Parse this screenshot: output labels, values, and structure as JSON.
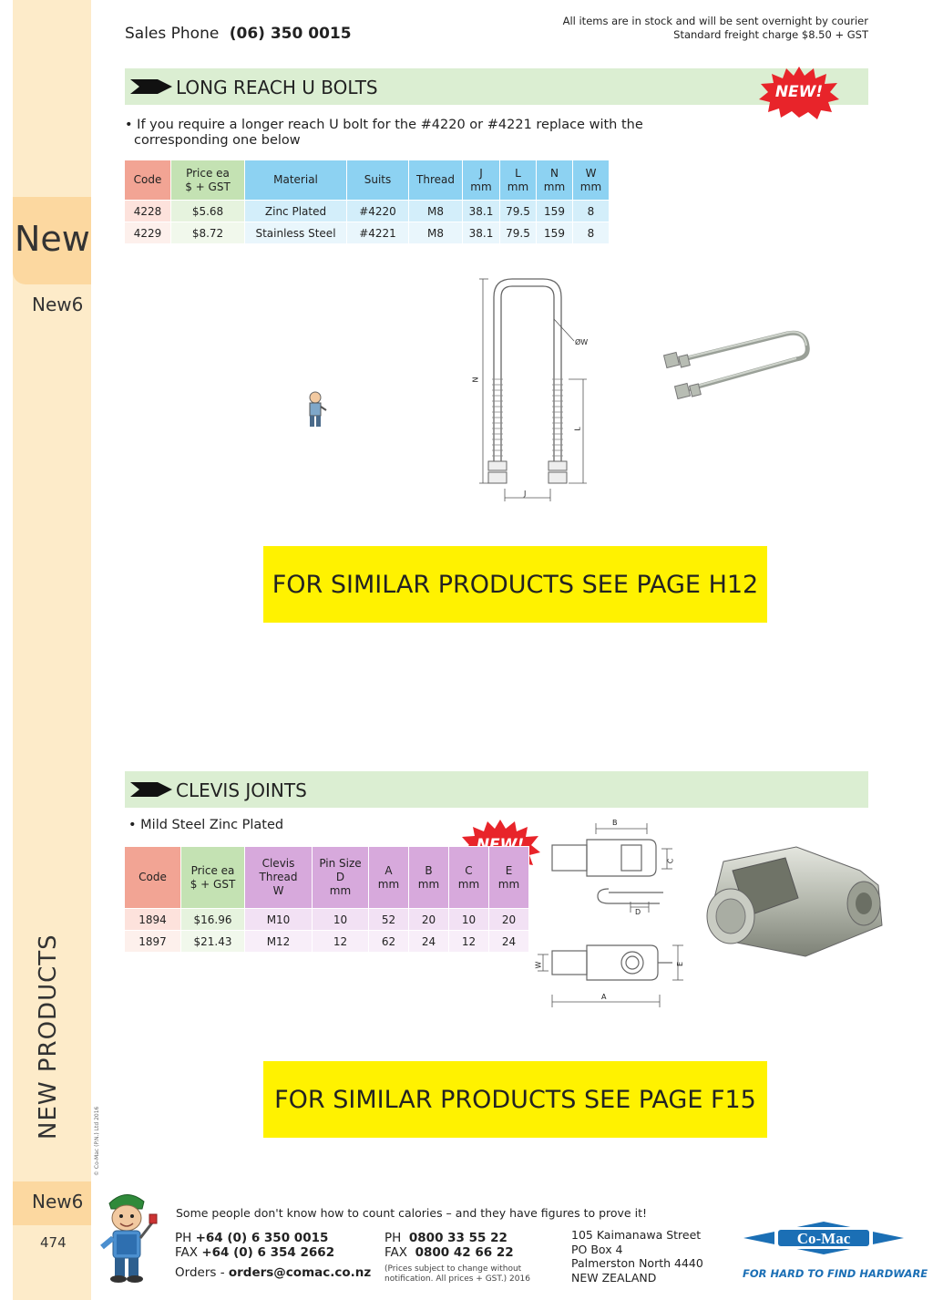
{
  "header": {
    "sales_label": "Sales Phone",
    "sales_phone": "(06) 350 0015",
    "stock_line1": "All items are in stock and will be sent overnight by courier",
    "stock_line2": "Standard freight charge $8.50 + GST"
  },
  "sidebar": {
    "new_label": "New",
    "section_code": "New6",
    "vertical_label": "NEW PRODUCTS",
    "section_code_bottom": "New6",
    "page_number": "474",
    "copyright": "© Co-Mac (P.N.) Ltd 2016"
  },
  "section1": {
    "title": "LONG REACH U BOLTS",
    "badge": "NEW!",
    "bullet_line1": "• If you require a longer reach U bolt for the #4220 or #4221 replace with the",
    "bullet_line2": "corresponding one below",
    "table": {
      "headers": [
        "Code",
        "Price ea",
        "$ + GST",
        "Material",
        "Suits",
        "Thread",
        "J",
        "L",
        "N",
        "W",
        "mm"
      ],
      "rows": [
        [
          "4228",
          "$5.68",
          "Zinc Plated",
          "#4220",
          "M8",
          "38.1",
          "79.5",
          "159",
          "8"
        ],
        [
          "4229",
          "$8.72",
          "Stainless Steel",
          "#4221",
          "M8",
          "38.1",
          "79.5",
          "159",
          "8"
        ]
      ]
    },
    "diagram_labels": {
      "n": "N",
      "l": "L",
      "j": "J",
      "w": "ØW"
    },
    "see_page": "FOR SIMILAR PRODUCTS SEE PAGE H12"
  },
  "section2": {
    "title": "CLEVIS JOINTS",
    "badge": "NEW!",
    "bullet": "• Mild Steel Zinc Plated",
    "table": {
      "headers": [
        "Code",
        "Price ea",
        "$ + GST",
        "Clevis",
        "Thread",
        "W",
        "Pin Size",
        "D",
        "mm",
        "A",
        "B",
        "C",
        "E"
      ],
      "rows": [
        [
          "1894",
          "$16.96",
          "M10",
          "10",
          "52",
          "20",
          "10",
          "20"
        ],
        [
          "1897",
          "$21.43",
          "M12",
          "12",
          "62",
          "24",
          "12",
          "24"
        ]
      ]
    },
    "diagram_labels": {
      "b": "B",
      "c": "C",
      "d": "D",
      "w": "W",
      "e": "E",
      "a": "A"
    },
    "see_page": "FOR SIMILAR PRODUCTS SEE PAGE F15"
  },
  "footer": {
    "quote": "Some people don't know how to count calories – and they have figures to prove it!",
    "ph_label": "PH",
    "ph": "+64 (0) 6 350 0015",
    "fax_label": "FAX",
    "fax": "+64 (0) 6 354 2662",
    "orders_label": "Orders -",
    "orders_email": "orders@comac.co.nz",
    "ph2_label": "PH",
    "ph2": "0800 33 55 22",
    "fax2_label": "FAX",
    "fax2": "0800 42 66 22",
    "note_line1": "(Prices subject to change without",
    "note_line2": "notification. All prices + GST.)  2016",
    "address": [
      "105 Kaimanawa Street",
      "PO Box 4",
      "Palmerston North 4440",
      "NEW ZEALAND"
    ],
    "logo_text": "Co-Mac",
    "tagline": "FOR HARD TO FIND HARDWARE"
  },
  "colors": {
    "banner_green": "#dbeed2",
    "highlight_yellow": "#fff200",
    "sidebar_tan": "#fdebc9",
    "new_badge_red": "#e8242a",
    "brand_blue": "#1b6fb5"
  }
}
